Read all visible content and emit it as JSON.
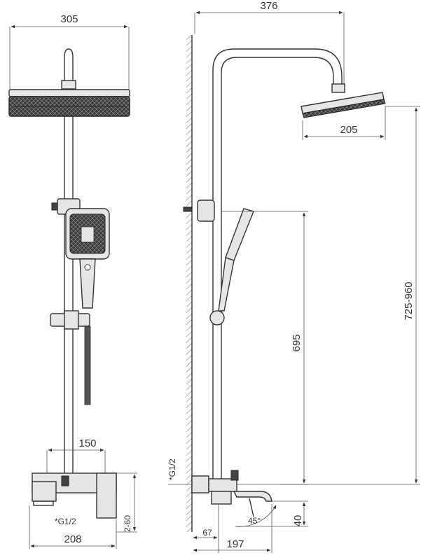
{
  "front_view": {
    "width_head": "305",
    "width_mixer": "150",
    "inlet_spacing": "208",
    "thread": "*G1/2",
    "inlet_count": "2-60"
  },
  "side_view": {
    "total_depth": "376",
    "head_width": "205",
    "height_adjust": "725-960",
    "slide_rail": "695",
    "thread": "*G1/2",
    "spout_drop": "40",
    "spout_angle": "45°",
    "body_offset": "67",
    "spout_length": "197"
  }
}
